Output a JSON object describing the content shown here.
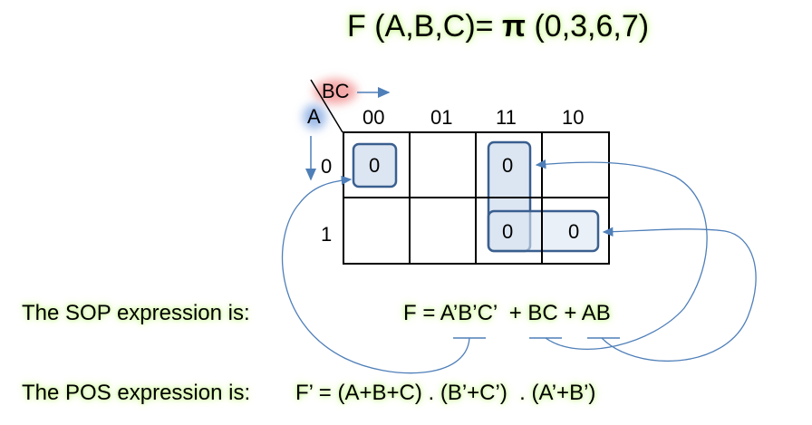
{
  "title": {
    "prefix": "F (A,B,C)=",
    "symbol": "π",
    "terms": "(0,3,6,7)"
  },
  "kmap": {
    "col_var": "BC",
    "row_var": "A",
    "col_headers": [
      "00",
      "01",
      "11",
      "10"
    ],
    "row_headers": [
      "0",
      "1"
    ],
    "cells": [
      [
        "0",
        "",
        "0",
        ""
      ],
      [
        "",
        "",
        "0",
        "0"
      ]
    ]
  },
  "sop": {
    "label": "The SOP expression is:",
    "expression": "F = A’B’C’  + BC + AB"
  },
  "pos": {
    "label": "The POS expression is:",
    "expression": "F’ = (A+B+C) . (B’+C’)  . (A’+B’)"
  },
  "colors": {
    "group_fill": "#dce6f2",
    "group_stroke": "#3a5f8f",
    "arrow": "#4f7fb8",
    "glow": "#c9f58f",
    "bc_glow": "#f4a7a7",
    "a_glow": "#9fbbe8"
  }
}
